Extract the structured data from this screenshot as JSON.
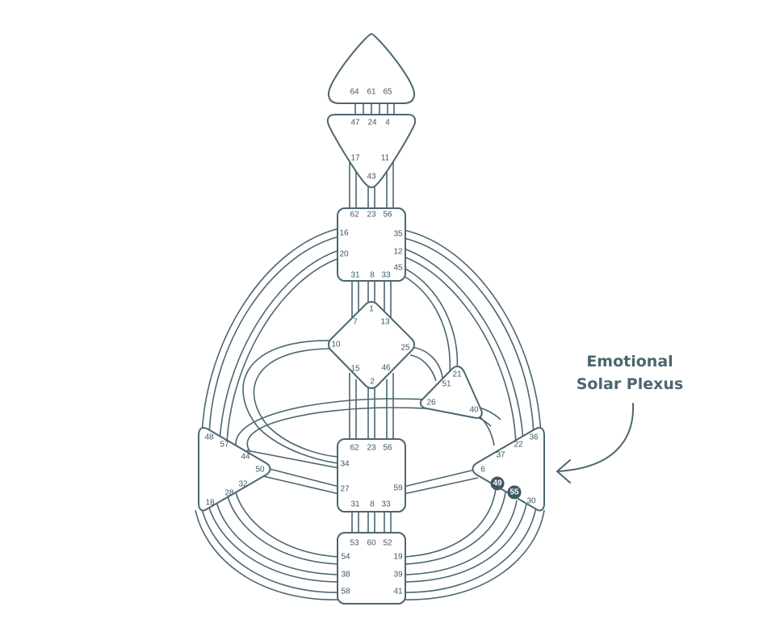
{
  "callout": {
    "line1": "Emotional",
    "line2": "Solar Plexus"
  },
  "colors": {
    "stroke": "#4b6670",
    "text": "#3f5963",
    "defined_gate_fill": "#3f5963"
  },
  "icons": {
    "callout_arrow": "curved-arrow-left-icon"
  },
  "gates": {
    "head": [
      "64",
      "61",
      "65"
    ],
    "ajna": [
      "47",
      "24",
      "4",
      "17",
      "11",
      "43"
    ],
    "throat": [
      "62",
      "23",
      "56",
      "16",
      "35",
      "12",
      "20",
      "45",
      "31",
      "8",
      "33"
    ],
    "g": [
      "1",
      "7",
      "13",
      "10",
      "25",
      "15",
      "2",
      "46"
    ],
    "ego": [
      "21",
      "51",
      "26",
      "40"
    ],
    "spleen": [
      "48",
      "57",
      "44",
      "50",
      "32",
      "28",
      "18"
    ],
    "sacral": [
      "62",
      "23",
      "56",
      "34",
      "27",
      "59",
      "31",
      "8",
      "33"
    ],
    "solar": [
      "36",
      "22",
      "37",
      "6",
      "49",
      "55",
      "30"
    ],
    "root": [
      "53",
      "60",
      "52",
      "54",
      "19",
      "38",
      "39",
      "58",
      "41"
    ]
  },
  "defined_gates": [
    "49",
    "55"
  ]
}
